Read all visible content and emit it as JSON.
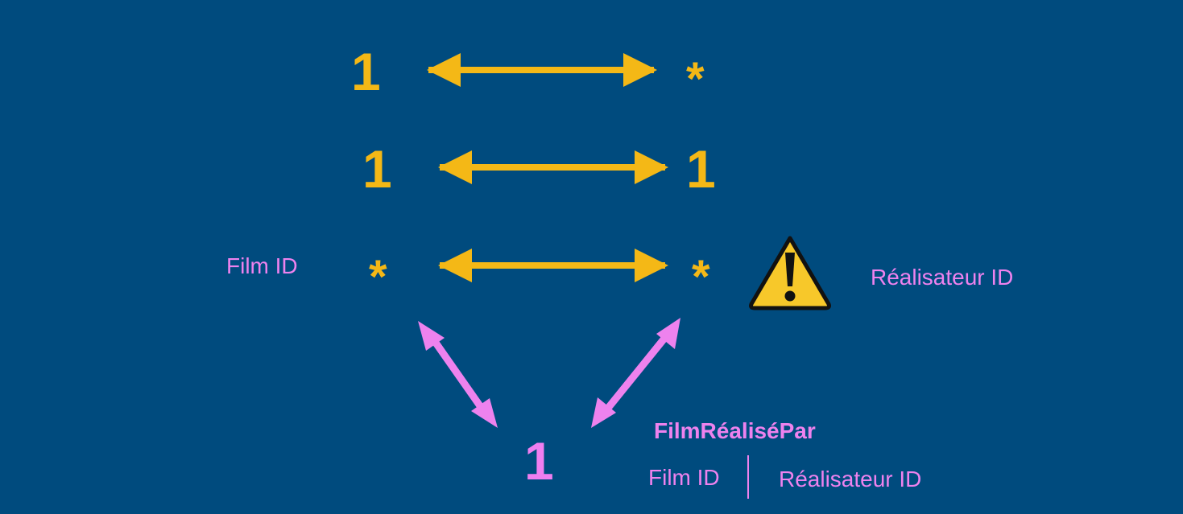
{
  "rows": [
    {
      "left": "1",
      "right": "*"
    },
    {
      "left": "1",
      "right": "1"
    },
    {
      "left": "*",
      "right": "*"
    }
  ],
  "labels": {
    "film_id": "Film ID",
    "realisateur_id": "Réalisateur ID"
  },
  "join": {
    "cardinality": "1",
    "table_name": "FilmRéaliséPar",
    "col1": "Film ID",
    "col2": "Réalisateur ID"
  },
  "icons": {
    "warning": "warning-icon"
  },
  "colors": {
    "background": "#004b7e",
    "yellow": "#f4b816",
    "pink": "#ee82ee",
    "warning_fill": "#f7c82a"
  }
}
